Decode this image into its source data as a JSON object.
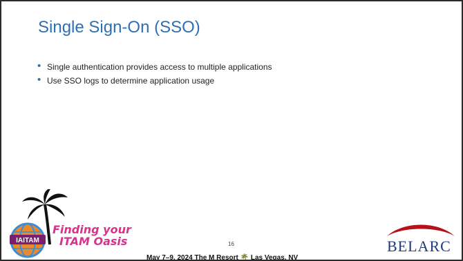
{
  "slide": {
    "title": "Single Sign-On (SSO)",
    "bullets": [
      "Single authentication provides access to multiple applications",
      "Use SSO logs to determine application usage"
    ],
    "page_number": "16"
  },
  "event_logo": {
    "badge_text": "IAITAM",
    "tagline_line1": "Finding your",
    "tagline_line2": "ITAM Oasis"
  },
  "footer": {
    "date_venue_part1": "May 7–9, 2024   The M Resort",
    "date_venue_part2": "Las Vegas, NV"
  },
  "belarc_logo": {
    "wordmark": "BELARC"
  },
  "colors": {
    "title_blue": "#2f6fb5",
    "event_pink": "#d6338a",
    "belarc_navy": "#1d3d7a",
    "belarc_red": "#b5121b"
  }
}
